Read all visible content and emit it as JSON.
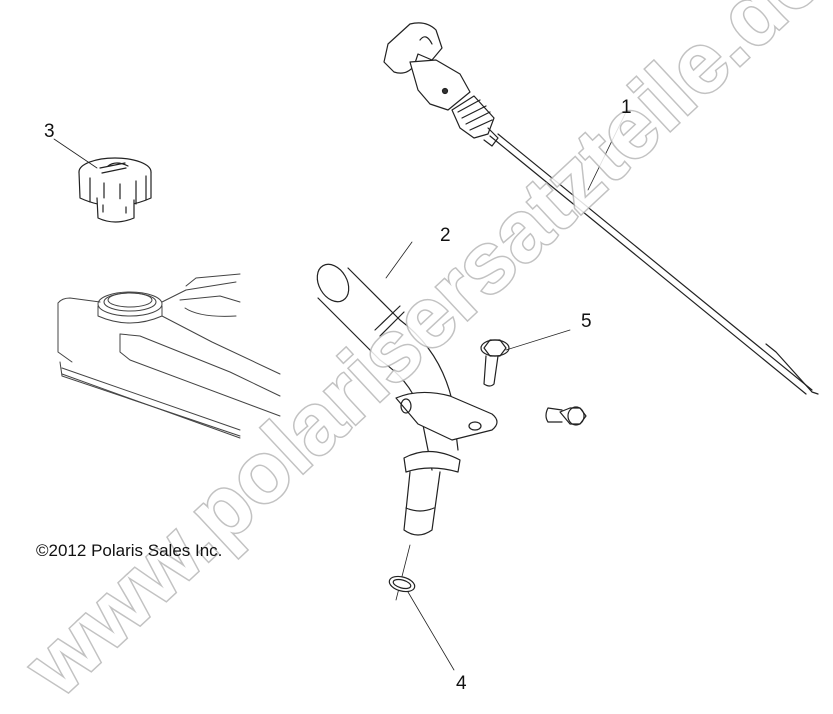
{
  "diagram": {
    "copyright": "©2012 Polaris Sales Inc.",
    "watermark": "www.polarisersatzteile.de",
    "callouts": [
      {
        "id": "1",
        "label": "1",
        "part": "dipstick"
      },
      {
        "id": "2",
        "label": "2",
        "part": "oil-fill-tube"
      },
      {
        "id": "3",
        "label": "3",
        "part": "oil-fill-cap"
      },
      {
        "id": "4",
        "label": "4",
        "part": "o-ring"
      },
      {
        "id": "5",
        "label": "5",
        "part": "flange-bolt"
      }
    ],
    "colors": {
      "background": "#ffffff",
      "line": "#222222",
      "watermark_outline": "#b8b8b8"
    }
  }
}
